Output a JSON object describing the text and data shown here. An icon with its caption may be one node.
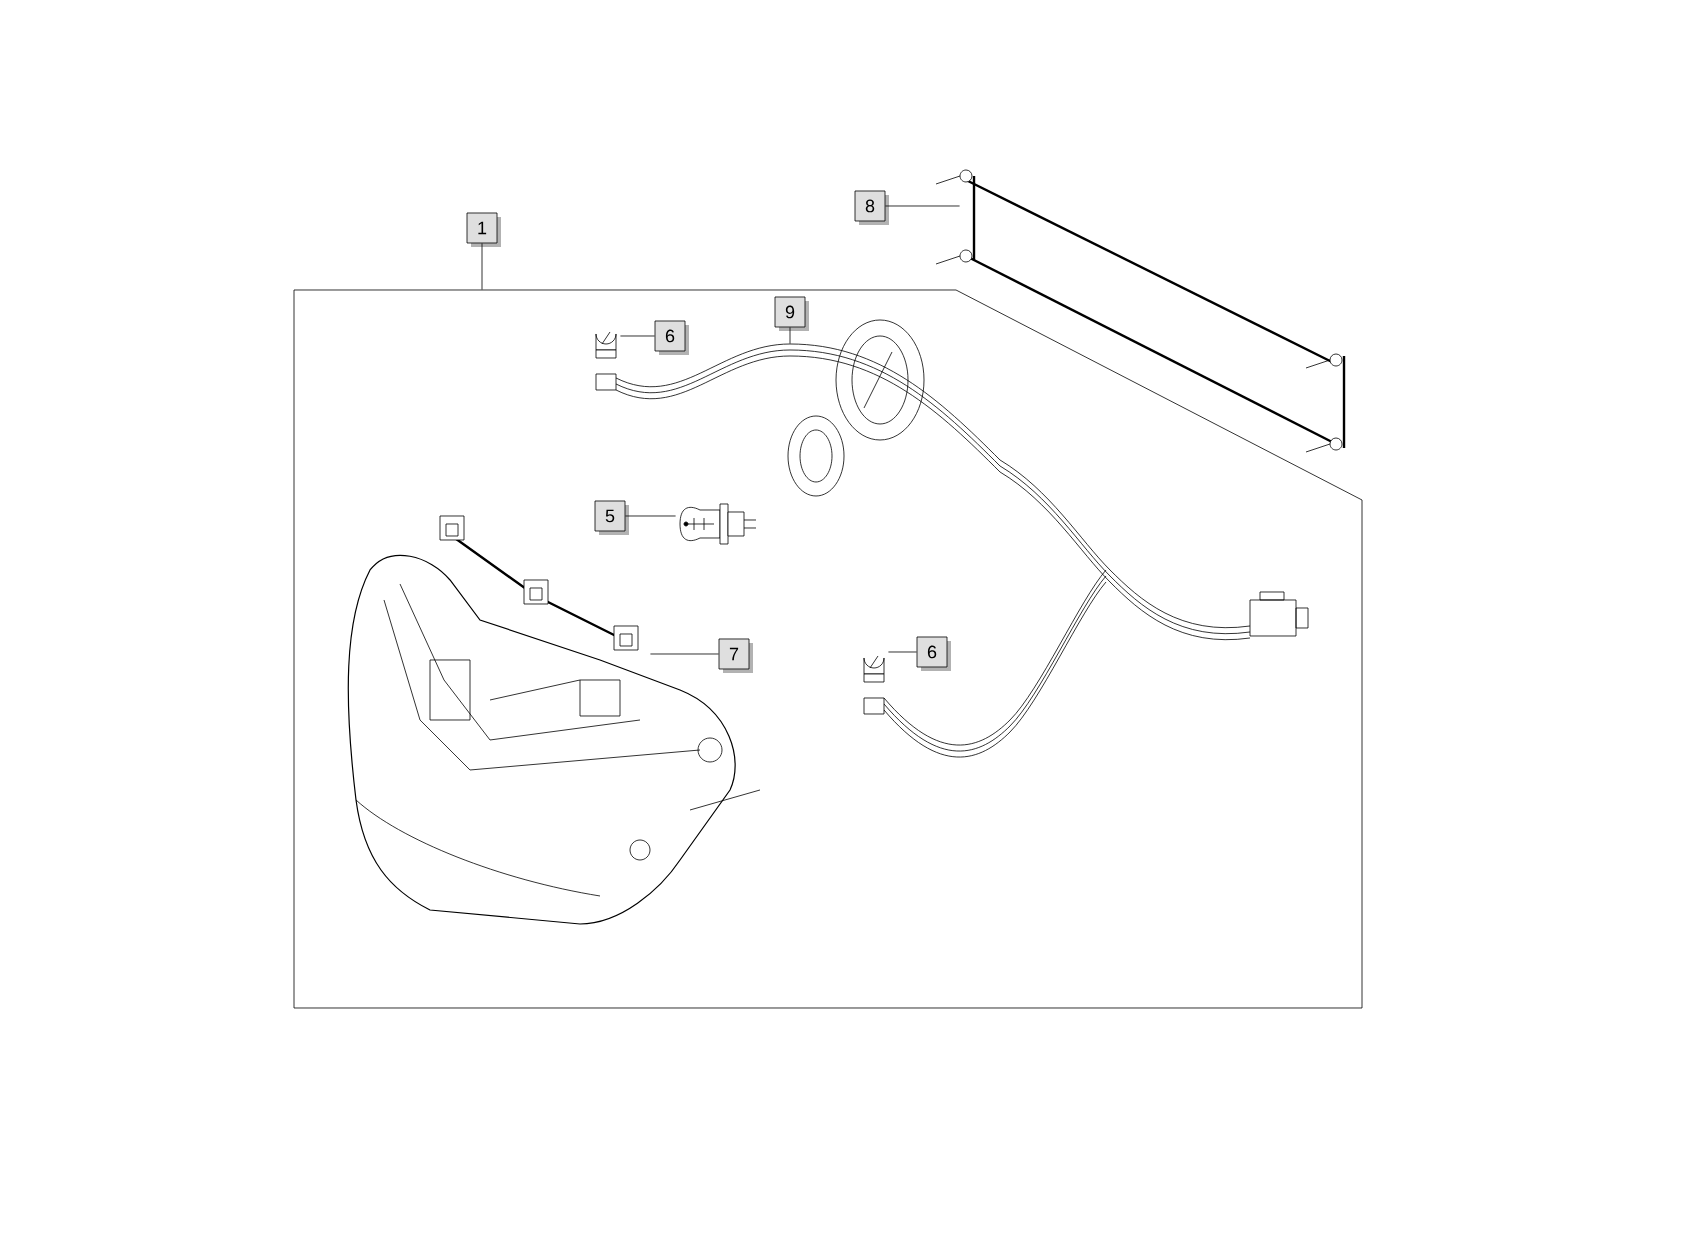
{
  "diagram": {
    "nodes": [
      {
        "text": [
          "1"
        ]
      },
      {
        "text": [],
        "shape": "box"
      },
      {
        "text": [
          "8"
        ]
      },
      {
        "text": [],
        "shape": "picture"
      },
      {
        "text": [
          "9"
        ],
        "in": 1
      },
      {
        "text": [],
        "shape": "picture",
        "in": 1
      },
      {
        "text": [
          "6"
        ],
        "in": 1
      },
      {
        "text": [],
        "shape": "picture",
        "in": 1
      },
      {
        "text": [
          "5"
        ],
        "in": 1
      },
      {
        "text": [],
        "shape": "picture",
        "in": 1
      },
      {
        "text": [
          "7"
        ],
        "in": 1
      },
      {
        "text": [],
        "shape": "picture",
        "in": 1
      },
      {
        "text": [
          "6"
        ],
        "in": 1
      },
      {
        "text": [],
        "shape": "picture",
        "in": 1
      }
    ],
    "edges": [
      {
        "from": 0,
        "to": 1,
        "arrow": "none"
      },
      {
        "from": 2,
        "to": 3,
        "arrow": "none"
      },
      {
        "from": 4,
        "to": 5,
        "arrow": "none"
      },
      {
        "from": 6,
        "to": 7,
        "arrow": "none"
      },
      {
        "from": 8,
        "to": 9,
        "arrow": "none"
      },
      {
        "from": 10,
        "to": 11,
        "arrow": "none"
      },
      {
        "from": 12,
        "to": 13,
        "arrow": "none"
      }
    ]
  }
}
